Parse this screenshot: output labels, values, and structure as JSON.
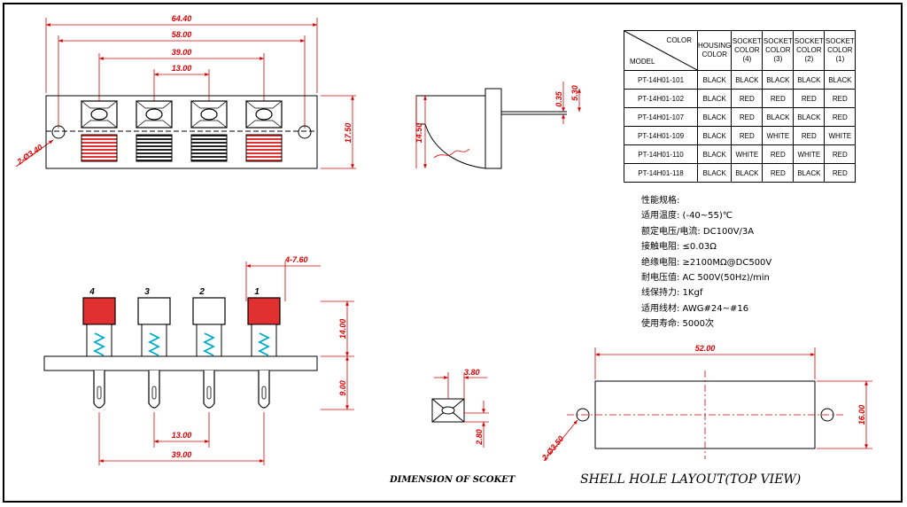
{
  "dimensions": {
    "top_view": {
      "overall": "64.40",
      "mid": "58.00",
      "pitch3": "39.00",
      "pitch": "13.00",
      "hole": "2-Ø3.40",
      "height": "17.50"
    },
    "side_view": {
      "pin_t": "0.35",
      "pin_w": "5.30",
      "height": "14.50"
    },
    "front_view": {
      "pitch_label": "4-7.60",
      "upper": "14.00",
      "lower": "9.00",
      "pitch": "13.00",
      "pitch3": "39.00"
    },
    "socket_dim": {
      "width": "3.80",
      "height": "2.80"
    },
    "shell": {
      "width": "52.00",
      "height": "16.00",
      "hole": "2-Ø3.50"
    }
  },
  "socket_numbers": [
    "4",
    "3",
    "2",
    "1"
  ],
  "captions": {
    "socket": "DIMENSION OF SCOKET",
    "shell": "SHELL HOLE LAYOUT(TOP VIEW)"
  },
  "table": {
    "corner_top": "COLOR",
    "corner_bottom": "MODEL",
    "headers": [
      [
        "HOUSING",
        "COLOR"
      ],
      [
        "SOCKET",
        "COLOR",
        "(4)"
      ],
      [
        "SOCKET",
        "COLOR",
        "(3)"
      ],
      [
        "SOCKET",
        "COLOR",
        "(2)"
      ],
      [
        "SOCKET",
        "COLOR",
        "(1)"
      ]
    ],
    "rows": [
      [
        "PT-14H01-101",
        "BLACK",
        "BLACK",
        "BLACK",
        "BLACK",
        "BLACK"
      ],
      [
        "PT-14H01-102",
        "BLACK",
        "RED",
        "RED",
        "RED",
        "RED"
      ],
      [
        "PT-14H01-107",
        "BLACK",
        "RED",
        "BLACK",
        "BLACK",
        "RED"
      ],
      [
        "PT-14H01-109",
        "BLACK",
        "RED",
        "WHITE",
        "RED",
        "WHITE"
      ],
      [
        "PT-14H01-110",
        "BLACK",
        "WHITE",
        "RED",
        "WHITE",
        "RED"
      ],
      [
        "PT-14H01-118",
        "BLACK",
        "BLACK",
        "RED",
        "BLACK",
        "RED"
      ]
    ]
  },
  "params": {
    "title": "性能规格:",
    "items": [
      {
        "label": "适用温度:",
        "value": "(-40~55)℃"
      },
      {
        "label": "额定电压/电流:",
        "value": "DC100V/3A"
      },
      {
        "label": "接触电阻:",
        "value": "≤0.03Ω"
      },
      {
        "label": "绝缘电阻:",
        "value": "≥2100MΩ@DC500V"
      },
      {
        "label": "耐电压值:",
        "value": "AC 500V(50Hz)/min"
      },
      {
        "label": "线保持力:",
        "value": "1Kgf"
      },
      {
        "label": "适用线材:",
        "value": "AWG#24~#16"
      },
      {
        "label": "使用寿命:",
        "value": "5000次"
      }
    ]
  },
  "colors": {
    "dimension": "#dd0000",
    "socket_red": "#e03030",
    "spring": "#00aacc"
  }
}
